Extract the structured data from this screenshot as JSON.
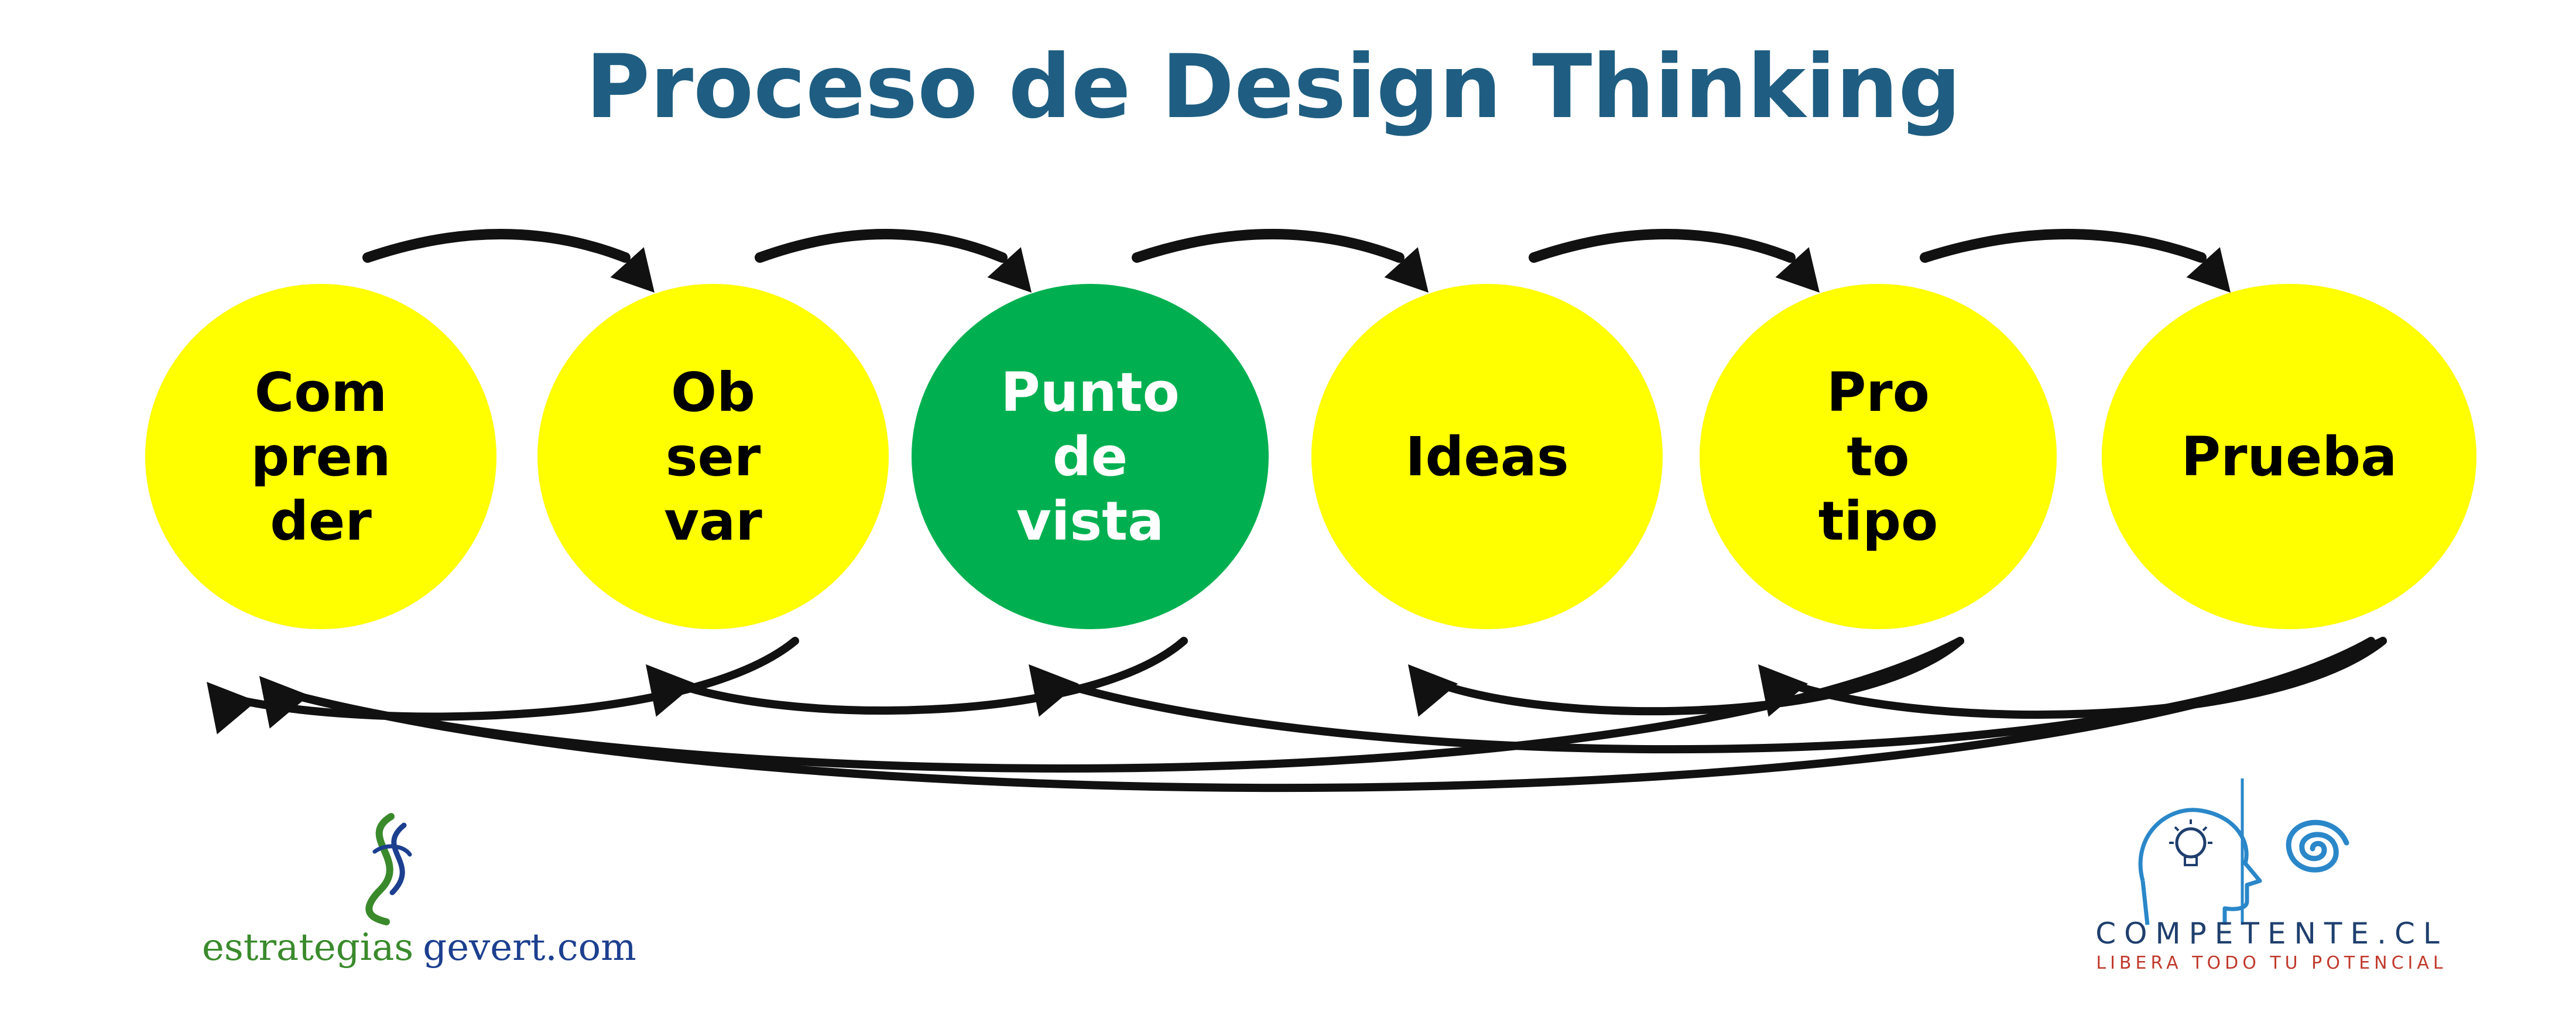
{
  "title": "Proceso de Design Thinking",
  "colors": {
    "title": "#1f5e82",
    "yellow_node": "#ffff00",
    "green_node": "#00b050",
    "arrow": "#111111",
    "logo_left_green": "#3a8a2c",
    "logo_left_blue": "#1c3f8f",
    "logo_right_blue": "#1f3f6e",
    "logo_right_red": "#c0392b"
  },
  "stages": [
    {
      "id": "comprender",
      "lines": [
        "Com",
        "pren",
        "der"
      ],
      "fill": "yellow",
      "text_color": "#000000"
    },
    {
      "id": "observar",
      "lines": [
        "Ob",
        "ser",
        "var"
      ],
      "fill": "yellow",
      "text_color": "#000000"
    },
    {
      "id": "punto-de-vista",
      "lines": [
        "Punto",
        "de",
        "vista"
      ],
      "fill": "green",
      "text_color": "#ffffff"
    },
    {
      "id": "ideas",
      "lines": [
        "Ideas"
      ],
      "fill": "yellow",
      "text_color": "#000000"
    },
    {
      "id": "prototipo",
      "lines": [
        "Pro",
        "to",
        "tipo"
      ],
      "fill": "yellow",
      "text_color": "#000000"
    },
    {
      "id": "prueba",
      "lines": [
        "Prueba"
      ],
      "fill": "yellow",
      "text_color": "#000000"
    }
  ],
  "forward_arrows": [
    {
      "from": "comprender",
      "to": "observar"
    },
    {
      "from": "observar",
      "to": "punto-de-vista"
    },
    {
      "from": "punto-de-vista",
      "to": "ideas"
    },
    {
      "from": "ideas",
      "to": "prototipo"
    },
    {
      "from": "prototipo",
      "to": "prueba"
    }
  ],
  "feedback_arrows": [
    {
      "from": "observar",
      "to": "comprender"
    },
    {
      "from": "punto-de-vista",
      "to": "observar"
    },
    {
      "from": "prototipo",
      "to": "ideas"
    },
    {
      "from": "prueba",
      "to": "prototipo"
    },
    {
      "from": "prueba",
      "to": "punto-de-vista"
    },
    {
      "from": "prueba",
      "to": "comprender"
    },
    {
      "from": "prototipo",
      "to": "comprender"
    }
  ],
  "logo_left": {
    "part1": "estrategias",
    "part2": "gevert.com",
    "icon": "stylized-s-logo-icon"
  },
  "logo_right": {
    "name": "COMPETENTE.CL",
    "tagline": "LIBERA TODO TU POTENCIAL",
    "icons": [
      "head-lightbulb-icon",
      "spiral-icon"
    ]
  }
}
